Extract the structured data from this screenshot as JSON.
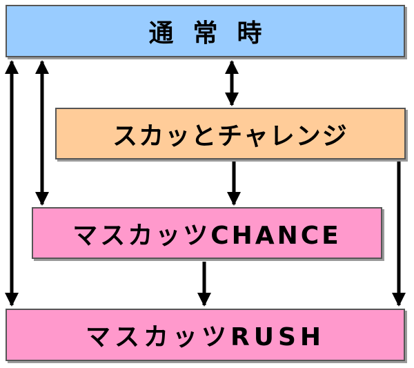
{
  "nodes": {
    "normal": {
      "label": "通常時",
      "color": "#99ccff"
    },
    "challenge": {
      "label": "スカッとチャレンジ",
      "color": "#ffcc99"
    },
    "chance": {
      "label": "マスカッツCHANCE",
      "color": "#ff99cc"
    },
    "rush": {
      "label": "マスカッツRUSH",
      "color": "#ff99cc"
    }
  },
  "edges": [
    {
      "from": "normal",
      "to": "rush",
      "bidirectional": true
    },
    {
      "from": "normal",
      "to": "chance",
      "bidirectional": true
    },
    {
      "from": "normal",
      "to": "challenge",
      "bidirectional": true
    },
    {
      "from": "challenge",
      "to": "chance",
      "bidirectional": false
    },
    {
      "from": "challenge",
      "to": "rush",
      "bidirectional": false
    },
    {
      "from": "chance",
      "to": "rush",
      "bidirectional": false
    }
  ]
}
